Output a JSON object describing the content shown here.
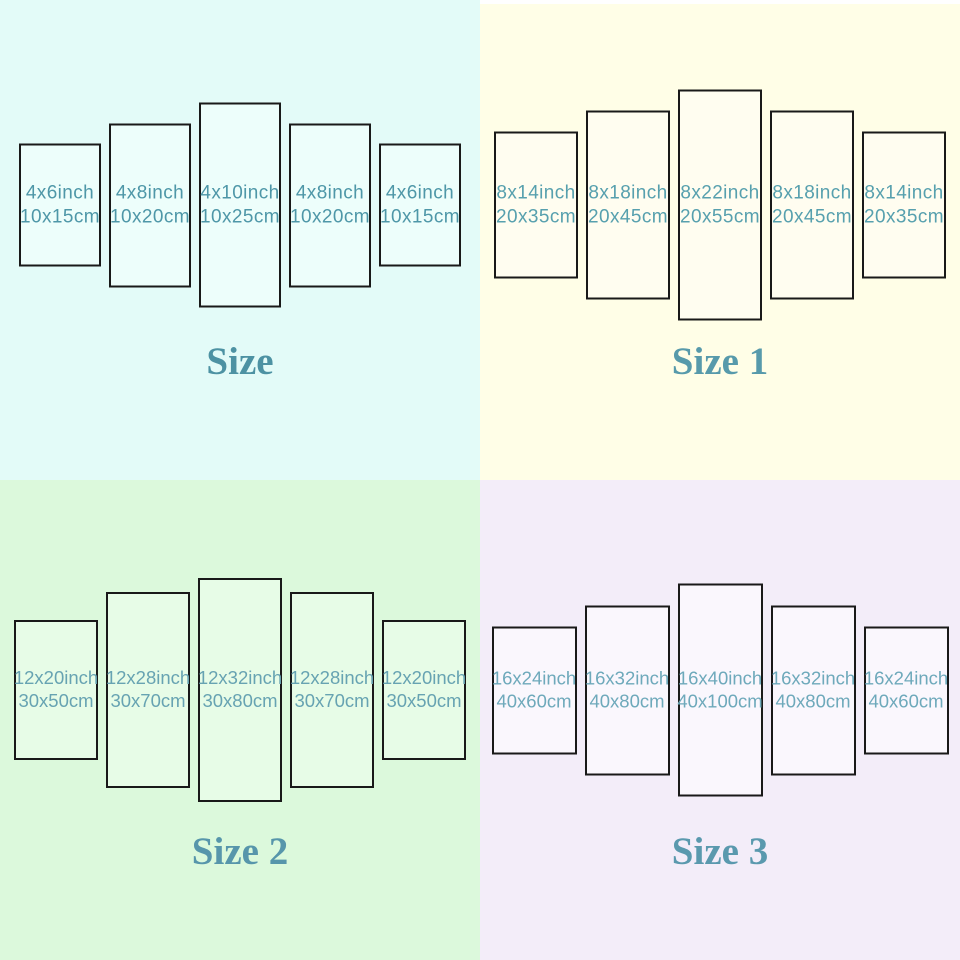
{
  "page": {
    "description_title": "5-panel canvas size charts",
    "background": "#ffffff"
  },
  "quadrants": [
    {
      "id": "size",
      "title": "Size",
      "colors": {
        "background": "#e3fbf8",
        "panel_fill": "#edfefb",
        "panel_border": "#191919",
        "label": "#4e97a8",
        "title": "#4d92a3"
      },
      "panels": [
        {
          "inch_label": "4x6inch",
          "cm_label": "10x15cm",
          "width_in": 4,
          "height_in": 6
        },
        {
          "inch_label": "4x8inch",
          "cm_label": "10x20cm",
          "width_in": 4,
          "height_in": 8
        },
        {
          "inch_label": "4x10inch",
          "cm_label": "10x25cm",
          "width_in": 4,
          "height_in": 10
        },
        {
          "inch_label": "4x8inch",
          "cm_label": "10x20cm",
          "width_in": 4,
          "height_in": 8
        },
        {
          "inch_label": "4x6inch",
          "cm_label": "10x15cm",
          "width_in": 4,
          "height_in": 6
        }
      ]
    },
    {
      "id": "size-1",
      "title": "Size 1",
      "colors": {
        "background": "#fffee7",
        "panel_fill": "#fffdf0",
        "panel_border": "#191919",
        "label": "#57a0ae",
        "title": "#579aab"
      },
      "panels": [
        {
          "inch_label": "8x14inch",
          "cm_label": "20x35cm",
          "width_in": 8,
          "height_in": 14
        },
        {
          "inch_label": "8x18inch",
          "cm_label": "20x45cm",
          "width_in": 8,
          "height_in": 18
        },
        {
          "inch_label": "8x22inch",
          "cm_label": "20x55cm",
          "width_in": 8,
          "height_in": 22
        },
        {
          "inch_label": "8x18inch",
          "cm_label": "20x45cm",
          "width_in": 8,
          "height_in": 18
        },
        {
          "inch_label": "8x14inch",
          "cm_label": "20x35cm",
          "width_in": 8,
          "height_in": 14
        }
      ]
    },
    {
      "id": "size-2",
      "title": "Size 2",
      "colors": {
        "background": "#dcf9dc",
        "panel_fill": "#e7fce7",
        "panel_border": "#191919",
        "label": "#67a3b2",
        "title": "#5796ab"
      },
      "panels": [
        {
          "inch_label": "12x20inch",
          "cm_label": "30x50cm",
          "width_in": 12,
          "height_in": 20
        },
        {
          "inch_label": "12x28inch",
          "cm_label": "30x70cm",
          "width_in": 12,
          "height_in": 28
        },
        {
          "inch_label": "12x32inch",
          "cm_label": "30x80cm",
          "width_in": 12,
          "height_in": 32
        },
        {
          "inch_label": "12x28inch",
          "cm_label": "30x70cm",
          "width_in": 12,
          "height_in": 28
        },
        {
          "inch_label": "12x20inch",
          "cm_label": "30x50cm",
          "width_in": 12,
          "height_in": 20
        }
      ]
    },
    {
      "id": "size-3",
      "title": "Size 3",
      "colors": {
        "background": "#f3edf9",
        "panel_fill": "#faf7fd",
        "panel_border": "#191919",
        "label": "#6ea9bb",
        "title": "#5a99ae"
      },
      "panels": [
        {
          "inch_label": "16x24inch",
          "cm_label": "40x60cm",
          "width_in": 16,
          "height_in": 24
        },
        {
          "inch_label": "16x32inch",
          "cm_label": "40x80cm",
          "width_in": 16,
          "height_in": 32
        },
        {
          "inch_label": "16x40inch",
          "cm_label": "40x100cm",
          "width_in": 16,
          "height_in": 40
        },
        {
          "inch_label": "16x32inch",
          "cm_label": "40x80cm",
          "width_in": 16,
          "height_in": 32
        },
        {
          "inch_label": "16x24inch",
          "cm_label": "40x60cm",
          "width_in": 16,
          "height_in": 24
        }
      ]
    }
  ]
}
